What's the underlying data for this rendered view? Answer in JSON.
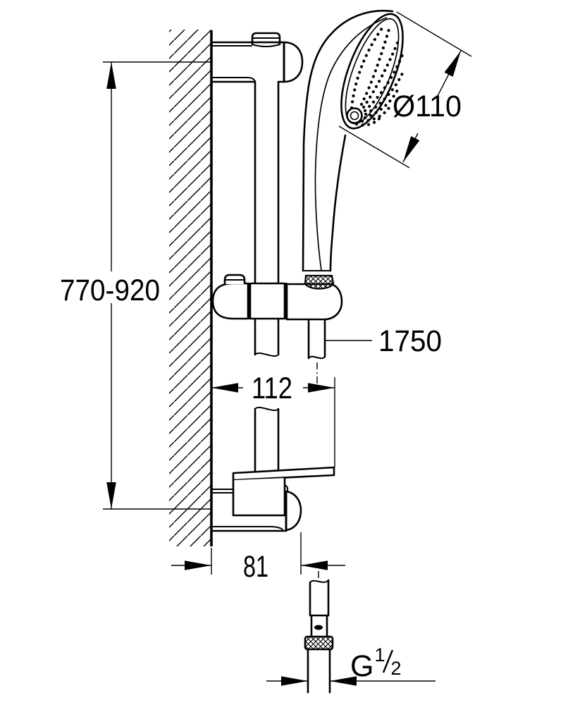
{
  "labels": {
    "rail_height": "770-920",
    "head_diameter": "Ø110",
    "hose_length": "1750",
    "top_offset": "112",
    "bottom_offset": "81",
    "thread_g": "G",
    "thread_numerator": "1",
    "thread_denominator": "2"
  },
  "colors": {
    "ink": "#000000",
    "paper": "#ffffff"
  }
}
